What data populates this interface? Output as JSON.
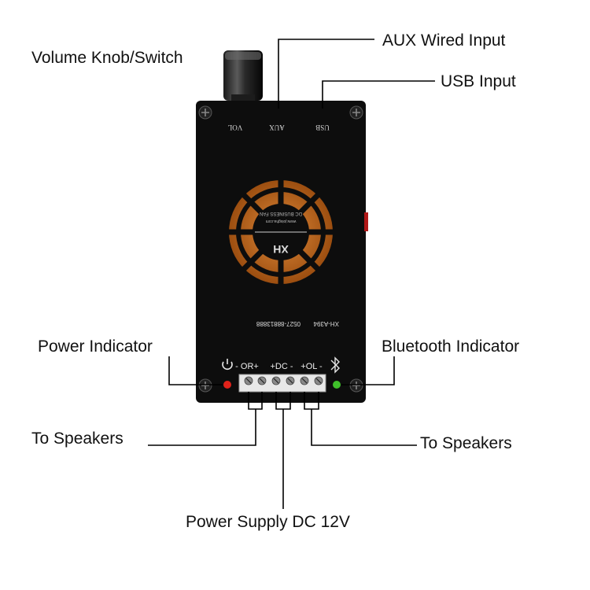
{
  "labels": {
    "volume": "Volume Knob/Switch",
    "aux": "AUX Wired Input",
    "usb": "USB Input",
    "power_indicator": "Power Indicator",
    "bluetooth_indicator": "Bluetooth Indicator",
    "speakers_left": "To Speakers",
    "speakers_right": "To Speakers",
    "power_supply": "Power Supply DC 12V"
  },
  "board": {
    "port_vol": "VOL",
    "port_aux": "AUX",
    "port_usb": "USB",
    "model": "XH-A394",
    "phone": "0527-88813888",
    "logo": "XH",
    "brand_line": "DC BUSINESS FAN",
    "url_line": "www.joisgha.com",
    "terminal_or": "- OR+",
    "terminal_dc": "+DC -",
    "terminal_ol": "+OL -"
  },
  "colors": {
    "board": "#0d0d0d",
    "fan": "#c26a1a",
    "power_led": "#e0221a",
    "bt_led": "#3fbf2a",
    "line": "#000000"
  },
  "icons": {
    "power": "power-symbol-icon",
    "bluetooth": "bluetooth-icon"
  }
}
